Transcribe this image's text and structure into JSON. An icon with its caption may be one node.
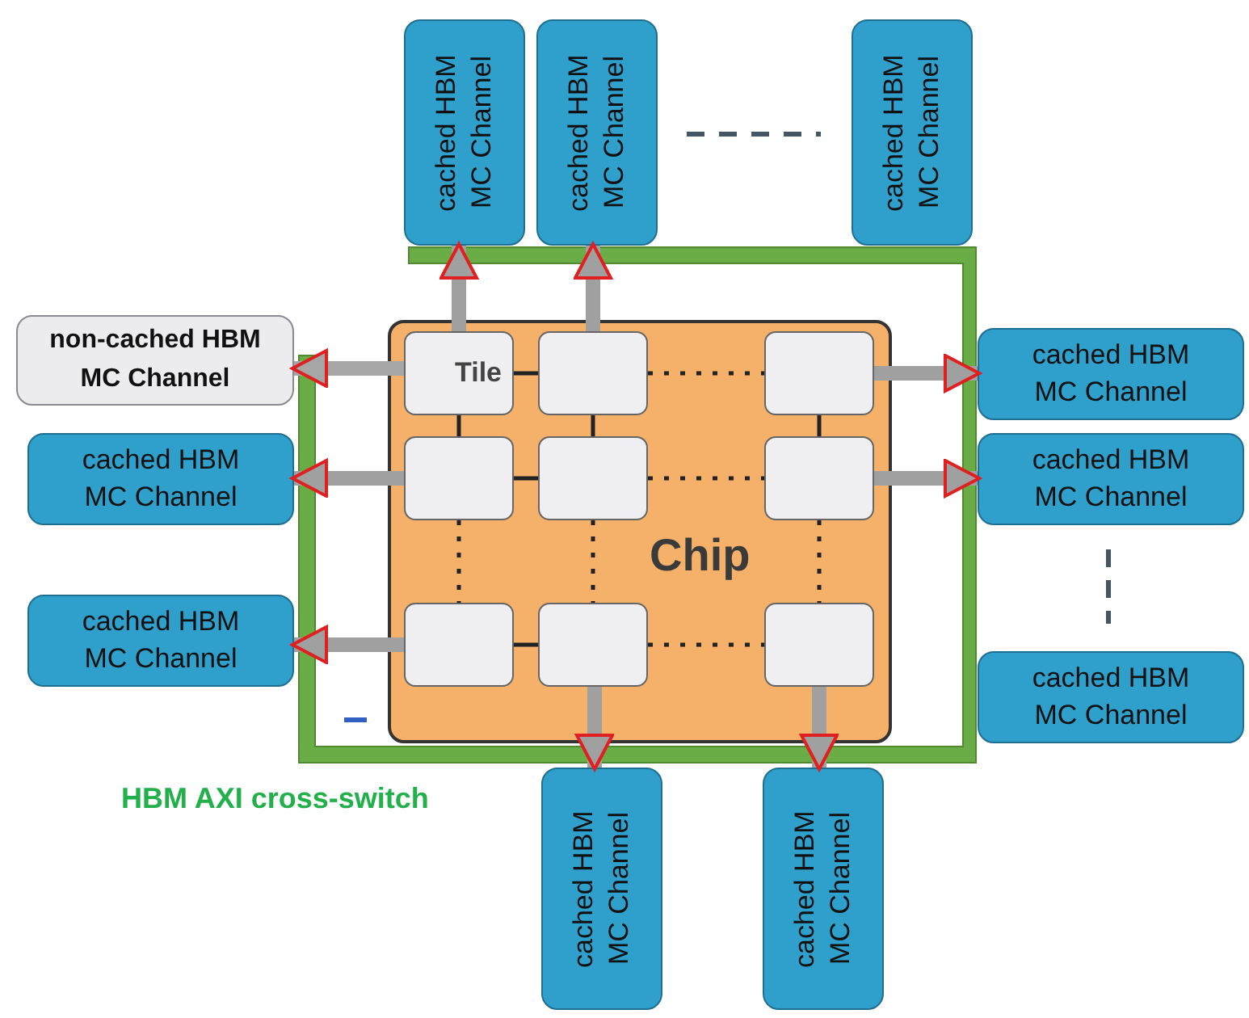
{
  "diagram": {
    "nodes": [
      {
        "text": [
          "cached HBM MC Channel"
        ]
      },
      {
        "text": [
          "cached HBM MC Channel"
        ]
      },
      {
        "text": [
          "cached HBM MC Channel"
        ]
      },
      {
        "text": [
          "non-cached HBM MC Channel"
        ]
      },
      {
        "text": [
          "cached HBM MC Channel"
        ]
      },
      {
        "text": [
          "cached HBM MC Channel"
        ]
      },
      {
        "text": [
          "cached HBM MC Channel"
        ]
      },
      {
        "text": [
          "cached HBM MC Channel"
        ]
      },
      {
        "text": [
          "cached HBM MC Channel"
        ]
      },
      {
        "text": [
          "cached HBM MC Channel"
        ]
      },
      {
        "text": [
          "cached HBM MC Channel"
        ]
      },
      {
        "text": [
          "Chip"
        ]
      },
      {
        "text": [
          "Tile"
        ],
        "in": 11
      },
      {
        "text": [],
        "shape": "box",
        "in": 11
      },
      {
        "text": [],
        "shape": "box",
        "in": 11
      },
      {
        "text": [],
        "shape": "box",
        "in": 11
      },
      {
        "text": [],
        "shape": "box",
        "in": 11
      },
      {
        "text": [],
        "shape": "box",
        "in": 11
      },
      {
        "text": [],
        "shape": "box",
        "in": 11
      },
      {
        "text": [],
        "shape": "box",
        "in": 11
      },
      {
        "text": [],
        "shape": "box",
        "in": 11
      }
    ],
    "edges": [
      {
        "from": 12,
        "to": 13,
        "arrow": "none"
      },
      {
        "from": 13,
        "to": 14,
        "arrow": "none",
        "style": "dashed"
      },
      {
        "from": 15,
        "to": 16,
        "arrow": "none"
      },
      {
        "from": 16,
        "to": 17,
        "arrow": "none",
        "style": "dashed"
      },
      {
        "from": 18,
        "to": 19,
        "arrow": "none"
      },
      {
        "from": 19,
        "to": 20,
        "arrow": "none",
        "style": "dashed"
      },
      {
        "from": 12,
        "to": 15,
        "arrow": "none"
      },
      {
        "from": 13,
        "to": 16,
        "arrow": "none"
      },
      {
        "from": 14,
        "to": 17,
        "arrow": "none"
      },
      {
        "from": 15,
        "to": 18,
        "arrow": "none",
        "style": "dashed"
      },
      {
        "from": 16,
        "to": 19,
        "arrow": "none",
        "style": "dashed"
      },
      {
        "from": 17,
        "to": 20,
        "arrow": "none",
        "style": "dashed"
      },
      {
        "from": 12,
        "to": 0,
        "arrow": "to",
        "style": "thick",
        "color": "#a0a0a0"
      },
      {
        "from": 13,
        "to": 1,
        "arrow": "to",
        "style": "thick",
        "color": "#a0a0a0"
      },
      {
        "from": 14,
        "to": 6,
        "arrow": "to",
        "style": "thick",
        "color": "#a0a0a0"
      },
      {
        "from": 17,
        "to": 7,
        "arrow": "to",
        "style": "thick",
        "color": "#a0a0a0"
      },
      {
        "from": 12,
        "to": 3,
        "arrow": "to",
        "style": "thick",
        "color": "#a6a6a6"
      },
      {
        "from": 15,
        "to": 4,
        "arrow": "to",
        "style": "thick",
        "color": "#a0a0a0"
      },
      {
        "from": 18,
        "to": 5,
        "arrow": "to",
        "style": "thick",
        "color": "#a0a0a0"
      },
      {
        "from": 19,
        "to": 9,
        "arrow": "to",
        "style": "thick",
        "color": "#a0a0a0"
      },
      {
        "from": 20,
        "to": 10,
        "arrow": "to",
        "style": "thick",
        "color": "#a0a0a0"
      }
    ],
    "labels": [
      "HBM AXI cross-switch"
    ]
  }
}
